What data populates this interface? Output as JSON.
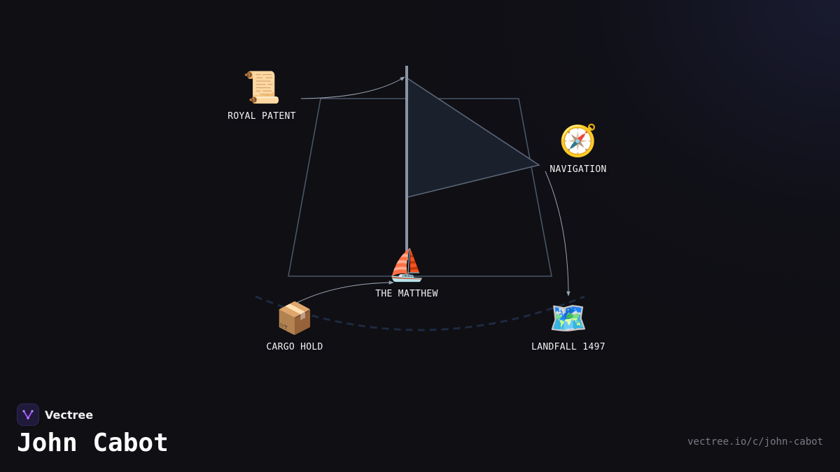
{
  "brand": {
    "name": "Vectree",
    "logo_icon": "vectree-logo-icon",
    "accent": "#a855f7"
  },
  "title": "John Cabot",
  "url": "vectree.io/c/john-cabot",
  "colors": {
    "background": "#0f0f14",
    "outline": "#4a5568",
    "mast": "#8a94a6",
    "sail_fill": "#1a202c",
    "arrow": "#9aa3b2",
    "water": "#1e2a40"
  },
  "nodes": [
    {
      "id": "royal-patent",
      "icon": "scroll-icon",
      "emoji": "📜",
      "label": "ROYAL PATENT"
    },
    {
      "id": "navigation",
      "icon": "compass-icon",
      "emoji": "🧭",
      "label": "NAVIGATION"
    },
    {
      "id": "the-matthew",
      "icon": "sailboat-icon",
      "emoji": "⛵",
      "label": "THE MATTHEW"
    },
    {
      "id": "cargo-hold",
      "icon": "package-icon",
      "emoji": "📦",
      "label": "CARGO HOLD"
    },
    {
      "id": "landfall-1497",
      "icon": "world-map-icon",
      "emoji": "🗺️",
      "label": "LANDFALL 1497"
    }
  ]
}
